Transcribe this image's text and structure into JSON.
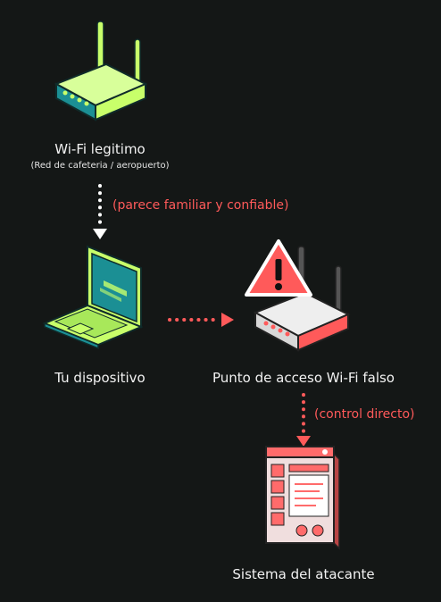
{
  "nodes": {
    "legit_router": {
      "title": "Wi-Fi legitimo",
      "subtitle": "(Red de cafeteria / aeropuerto)",
      "icon": "router-icon"
    },
    "device": {
      "title": "Tu dispositivo",
      "icon": "laptop-icon"
    },
    "fake_ap": {
      "title": "Punto de acceso Wi-Fi falso",
      "icon": "warning-router-icon"
    },
    "attacker": {
      "title": "Sistema del atacante",
      "icon": "attacker-system-icon"
    }
  },
  "edges": {
    "legit_to_device": {
      "label": "(parece familiar y confiable)"
    },
    "device_to_fake": {
      "label": ""
    },
    "fake_to_attacker": {
      "label": "(control directo)"
    }
  },
  "colors": {
    "background": "#141716",
    "legit_green": "#c8ff6a",
    "legit_teal": "#1b8f94",
    "accent_red": "#ff5a5a",
    "white_arrow": "#ffffff"
  }
}
